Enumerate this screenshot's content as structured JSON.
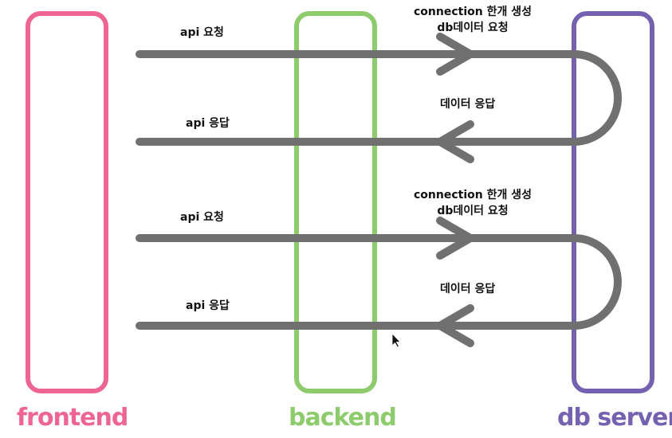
{
  "colors": {
    "frontend": "#EE6594",
    "backend": "#8DCB6C",
    "db_server": "#7462B0",
    "arrow": "#707070",
    "text": "#111111"
  },
  "lanes": {
    "frontend": "frontend",
    "backend": "backend",
    "db_server": "db server"
  },
  "sequence_1": {
    "request_label": "api 요청",
    "db_label_line1": "connection 한개 생성",
    "db_label_line2": "db데이터 요청",
    "data_response_label": "데이터 응답",
    "api_response_label": "api 응답"
  },
  "sequence_2": {
    "request_label": "api 요청",
    "db_label_line1": "connection 한개 생성",
    "db_label_line2": "db데이터 요청",
    "data_response_label": "데이터 응답",
    "api_response_label": "api 응답"
  },
  "cursor_icon": "mouse-pointer-icon"
}
